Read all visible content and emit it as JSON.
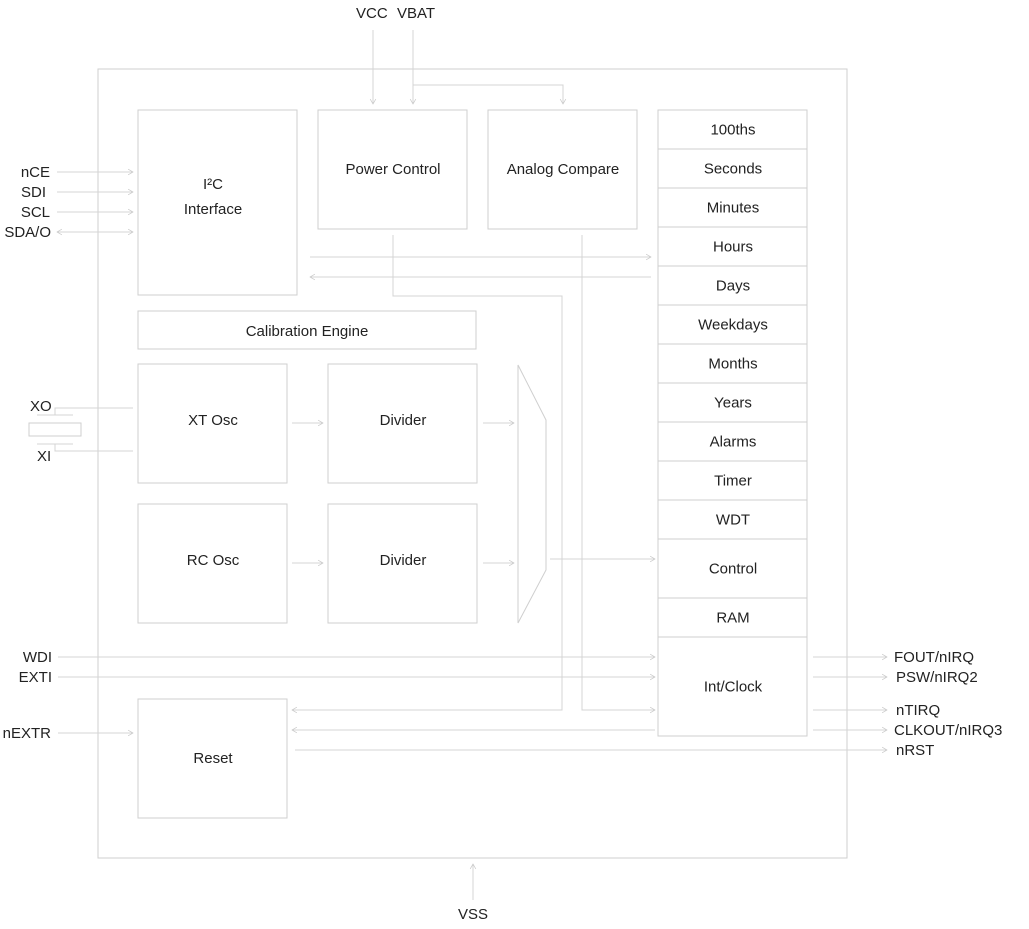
{
  "pins_top": {
    "vcc": "VCC",
    "vbat": "VBAT"
  },
  "pins_left": {
    "nce": "nCE",
    "sdi": "SDI",
    "scl": "SCL",
    "sda": "SDA/O",
    "xo": "XO",
    "xi": "XI",
    "wdi": "WDI",
    "exti": "EXTI",
    "nextr": "nEXTR"
  },
  "pins_right": {
    "fout": "FOUT/nIRQ",
    "psw": "PSW/nIRQ2",
    "ntirq": "nTIRQ",
    "clkout": "CLKOUT/nIRQ3",
    "nrst": "nRST"
  },
  "pins_bottom": {
    "vss": "VSS"
  },
  "blocks": {
    "i2c_line1": "I²C",
    "i2c_line2": "Interface",
    "power": "Power Control",
    "analog": "Analog Compare",
    "calibration": "Calibration Engine",
    "xt_osc": "XT Osc",
    "divider1": "Divider",
    "rc_osc": "RC Osc",
    "divider2": "Divider",
    "reset": "Reset"
  },
  "registers": [
    "100ths",
    "Seconds",
    "Minutes",
    "Hours",
    "Days",
    "Weekdays",
    "Months",
    "Years",
    "Alarms",
    "Timer",
    "WDT",
    "Control",
    "RAM",
    "Int/Clock"
  ]
}
